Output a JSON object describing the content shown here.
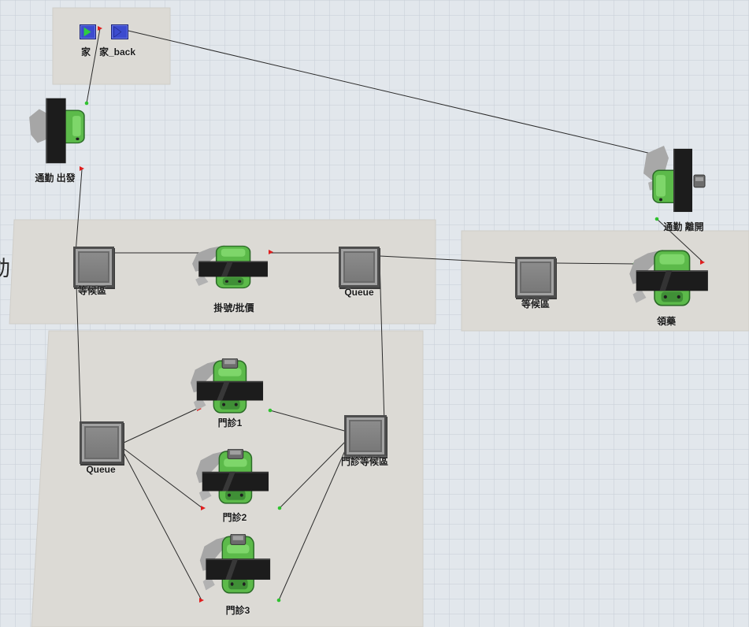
{
  "sources": [
    {
      "label": "家",
      "icon": "source-icon"
    },
    {
      "label": "家_back",
      "icon": "source-icon"
    }
  ],
  "processors": [
    {
      "label": "通勤 出發",
      "icon": "processor-icon"
    },
    {
      "label": "通勤 離開",
      "icon": "processor-icon"
    },
    {
      "label": "掛號/批價",
      "icon": "processor-icon"
    },
    {
      "label": "領藥",
      "icon": "processor-icon"
    },
    {
      "label": "門診1",
      "icon": "processor-icon"
    },
    {
      "label": "門診2",
      "icon": "processor-icon"
    },
    {
      "label": "門診3",
      "icon": "processor-icon"
    }
  ],
  "queues": [
    {
      "label": "等候區",
      "icon": "queue-icon"
    },
    {
      "label": "Queue",
      "icon": "queue-icon"
    },
    {
      "label": "等候區",
      "icon": "queue-icon"
    },
    {
      "label": "Queue",
      "icon": "queue-icon"
    },
    {
      "label": "門診等候區",
      "icon": "queue-icon"
    }
  ],
  "edge_text": "動",
  "colors": {
    "floor": "#e2e7ec",
    "grid": "#c7ced6",
    "plane": "#dcdad5",
    "connector": "#2b2b2b",
    "port_out": "#e01e1e",
    "port_in": "#2fc22f"
  }
}
